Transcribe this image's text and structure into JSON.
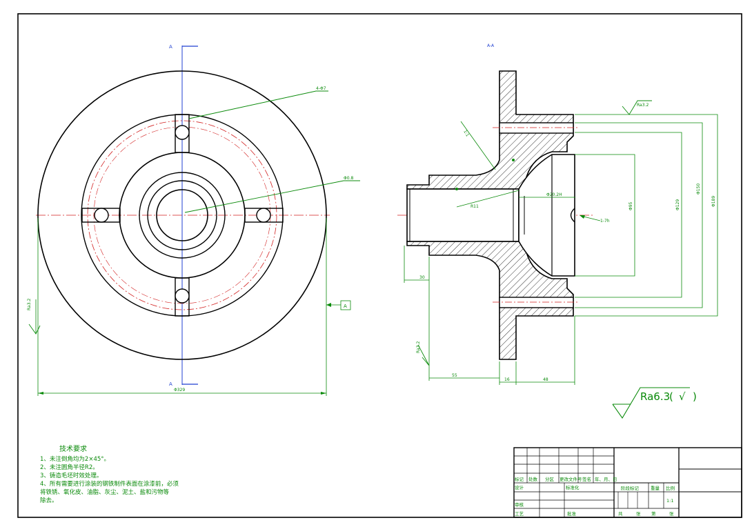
{
  "section": {
    "cut_mark_top": "A",
    "cut_mark_bottom": "A",
    "view_title": "A-A"
  },
  "front_view": {
    "dim_outer_diameter": "Φ329",
    "roughness_left": "Ra3.2",
    "datum": "A",
    "callout_hole": "4-Φ7",
    "callout_bore": "Φ0.8"
  },
  "section_view": {
    "dim_150": "Φ150",
    "dim_189": "Φ189",
    "dim_129": "Φ129",
    "dim_95": "Φ95",
    "dim_hole": "Φ20.2H",
    "dim_r11": "R11",
    "dim_30": "30",
    "dim_55": "55",
    "dim_16": "16",
    "dim_48": "48",
    "roughness_top": "Ra3.2",
    "roughness_left": "Ra3.2",
    "callout_flange": "1:1",
    "callout_notch": "1-7h"
  },
  "general_roughness": {
    "value": "Ra6.3",
    "open_paren": "(",
    "check": "√",
    "close_paren": ")"
  },
  "tech_requirements": {
    "title": "技术要求",
    "items": [
      "1、未注倒角均为2×45°。",
      "2、未注圆角半径R2。",
      "3、铸造毛坯时效处理。",
      "4、所有需要进行涂装的钢铁制件表面在涂漆前，必须",
      "   将铁锈、氧化皮、油脂、灰尘、泥土、盐和污物等",
      "   除去。"
    ]
  },
  "title_block": {
    "row_a": [
      "标记",
      "处数",
      "分区",
      "更改文件号",
      "签名",
      "年、月、日"
    ],
    "row_b": [
      "设计",
      "",
      "标准化"
    ],
    "row_c": [
      "审核"
    ],
    "row_d": [
      "工艺",
      "",
      "批准"
    ],
    "stage_label": "阶段标记",
    "weight_label": "重量",
    "scale_label": "比例",
    "scale_value": "1:1",
    "sheets": [
      "共",
      "张",
      "第",
      "张"
    ]
  }
}
